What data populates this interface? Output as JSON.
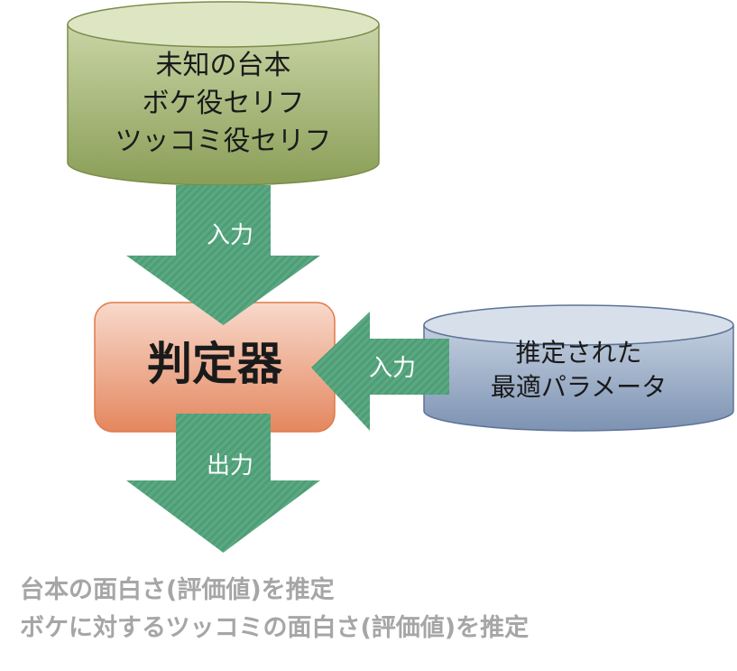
{
  "script_db": {
    "lines": [
      "未知の台本",
      "ボケ役セリフ",
      "ツッコミ役セリフ"
    ]
  },
  "params_db": {
    "lines": [
      "推定された",
      "最適パラメータ"
    ]
  },
  "judge": {
    "label": "判定器"
  },
  "arrows": {
    "top_label": "入力",
    "right_label": "入力",
    "bottom_label": "出力"
  },
  "result": {
    "lines": [
      "台本の面白さ(評価値)を推定",
      "ボケに対するツッコミの面白さ(評価値)を推定"
    ]
  },
  "colors": {
    "green_cylinder": "#b5c48a",
    "blue_cylinder": "#9fb2cc",
    "judge_box": "#ec9f83",
    "arrow": "#4f9e77",
    "result_text": "#a6a6a6"
  }
}
